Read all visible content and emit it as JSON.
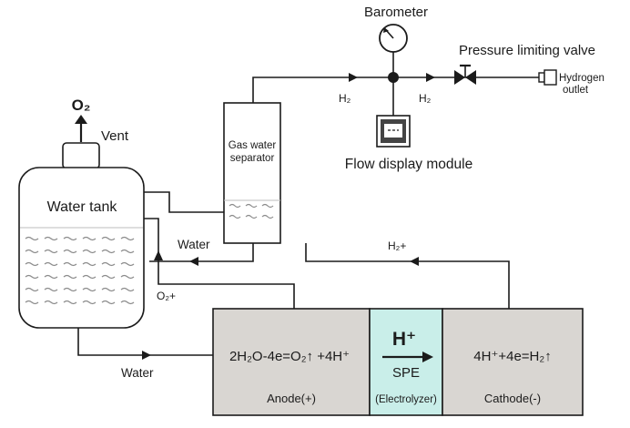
{
  "labels": {
    "barometer": "Barometer",
    "pressure_valve": "Pressure limiting valve",
    "hydrogen_outlet_line1": "Hydrogen",
    "hydrogen_outlet_line2": "outlet",
    "h2_left": "H₂",
    "h2_right": "H₂",
    "flow_display": "Flow display module",
    "o2": "O₂",
    "vent": "Vent",
    "water_tank": "Water tank",
    "gas_sep_line1": "Gas water",
    "gas_sep_line2": "separator",
    "water_top": "Water",
    "water_bottom": "Water",
    "h2_plus": "H₂+",
    "o2_plus": "O₂+",
    "anode_reaction": "2H₂O-4e=O₂↑ +4H⁺",
    "anode": "Anode(+)",
    "h_plus": "H⁺",
    "spe": "SPE",
    "electrolyzer": "(Electrolyzer)",
    "cathode_reaction": "4H⁺+4e=H₂↑",
    "cathode": "Cathode(-)"
  },
  "colors": {
    "line": "#1b1b1b",
    "cell_fill": "#d9d6d2",
    "spe_fill": "#c9eee9",
    "tank_fill": "#ffffff",
    "wave": "#8a8a8a"
  },
  "icons": [
    "barometer-gauge-icon",
    "valve-icon",
    "flow-meter-icon",
    "arrow-up-icon",
    "flow-arrow-icon"
  ]
}
